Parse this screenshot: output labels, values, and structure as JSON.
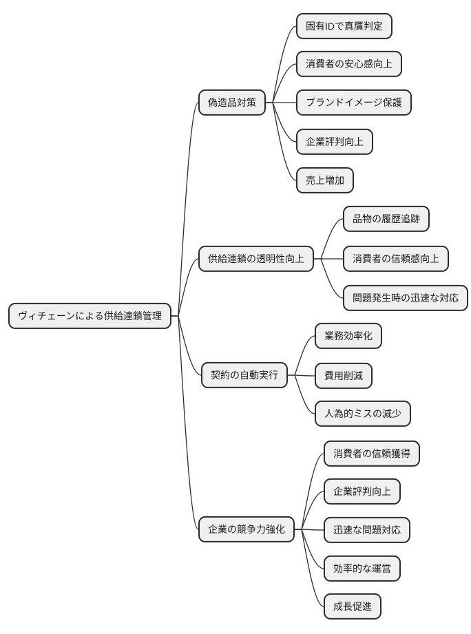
{
  "diagram": {
    "type": "mindmap",
    "root": {
      "label": "ヴィチェーンによる供給連鎖管理"
    },
    "branches": [
      {
        "label": "偽造品対策",
        "children": [
          {
            "label": "固有IDで真贋判定"
          },
          {
            "label": "消費者の安心感向上"
          },
          {
            "label": "ブランドイメージ保護"
          },
          {
            "label": "企業評判向上"
          },
          {
            "label": "売上増加"
          }
        ]
      },
      {
        "label": "供給連鎖の透明性向上",
        "children": [
          {
            "label": "品物の履歴追跡"
          },
          {
            "label": "消費者の信頼感向上"
          },
          {
            "label": "問題発生時の迅速な対応"
          }
        ]
      },
      {
        "label": "契約の自動実行",
        "children": [
          {
            "label": "業務効率化"
          },
          {
            "label": "費用削減"
          },
          {
            "label": "人為的ミスの減少"
          }
        ]
      },
      {
        "label": "企業の競争力強化",
        "children": [
          {
            "label": "消費者の信頼獲得"
          },
          {
            "label": "企業評判向上"
          },
          {
            "label": "迅速な問題対応"
          },
          {
            "label": "効率的な運営"
          },
          {
            "label": "成長促進"
          }
        ]
      }
    ]
  },
  "style": {
    "node_fill": "#f0f0f0",
    "node_border": "#2b2b2b",
    "link_color": "#2b2b2b",
    "text_color": "#1a1a1a",
    "background": "#ffffff"
  }
}
